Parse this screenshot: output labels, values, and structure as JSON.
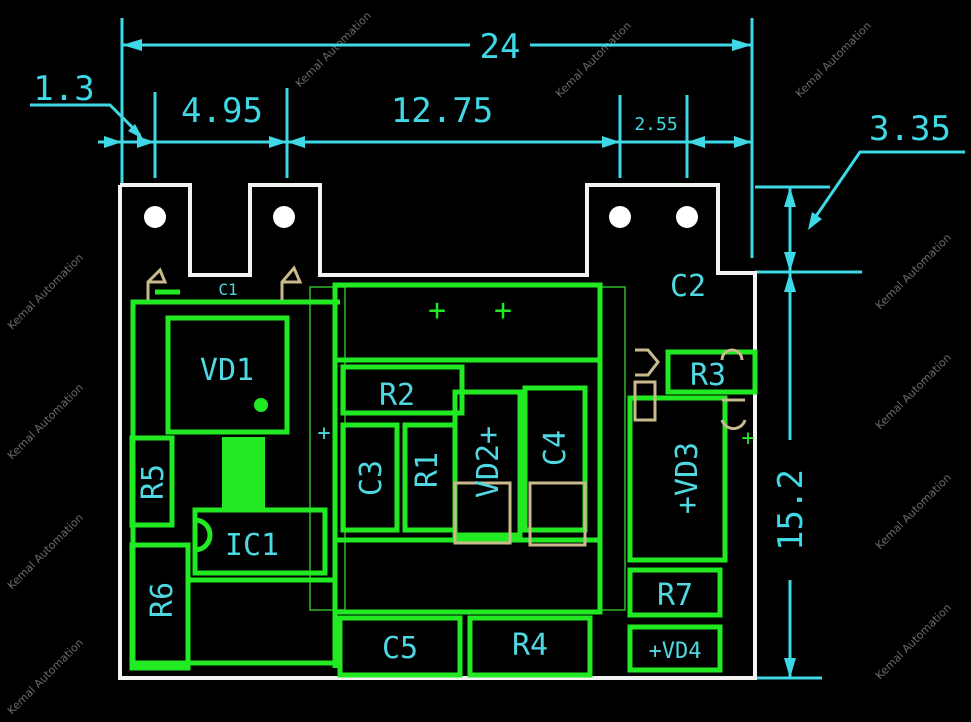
{
  "watermark": "Kemal Automation",
  "colors": {
    "dimension": "#3ed8e6",
    "copper": "#22ea22",
    "silkscreen": "#c9b98c",
    "outline": "#f2f2f2",
    "label": "#4fd8e2"
  },
  "dimensions": {
    "overall_width": "24",
    "left_margin": "1.3",
    "hole_spacing_left": "4.95",
    "hole_spacing_middle": "12.75",
    "hole_spacing_right": "2.55",
    "notch_depth": "3.35",
    "overall_height": "15.2"
  },
  "components": {
    "c1": "C1",
    "c2": "C2",
    "vd1": "VD1",
    "r5": "R5",
    "ic1": "IC1",
    "r6": "R6",
    "r2": "R2",
    "c3": "C3",
    "r1": "R1",
    "vd2": "VD2+",
    "c4": "C4",
    "r3": "R3",
    "vd3": "+VD3",
    "r7": "R7",
    "vd4": "+VD4",
    "c5": "C5",
    "r4": "R4",
    "plus": "+"
  }
}
